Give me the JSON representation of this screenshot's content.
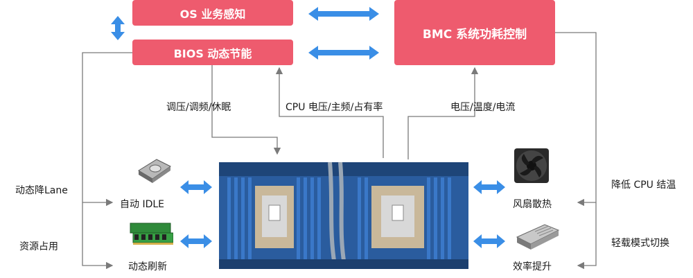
{
  "boxes": {
    "os": "OS 业务感知",
    "bios": "BIOS 动态节能",
    "bmc": "BMC 系统功耗控制"
  },
  "labels": {
    "tune": "调压/调频/休眠",
    "cpu_metrics": "CPU 电压/主频/占有率",
    "power_metrics": "电压/温度/电流",
    "lane": "动态降Lane",
    "resource": "资源占用",
    "idle": "自动 IDLE",
    "refresh": "动态刷新",
    "fan": "风扇散热",
    "efficiency": "效率提升",
    "cpu_temp": "降低 CPU 结温",
    "light_mode": "轻载模式切换"
  },
  "colors": {
    "box_fill": "#ee5b6e",
    "arrow_blue": "#3a8ee6",
    "line_gray": "#7a7a7a"
  },
  "icons": [
    "hard-drive-icon",
    "memory-module-icon",
    "cooling-fan-icon",
    "power-supply-icon",
    "server-motherboard-image"
  ]
}
